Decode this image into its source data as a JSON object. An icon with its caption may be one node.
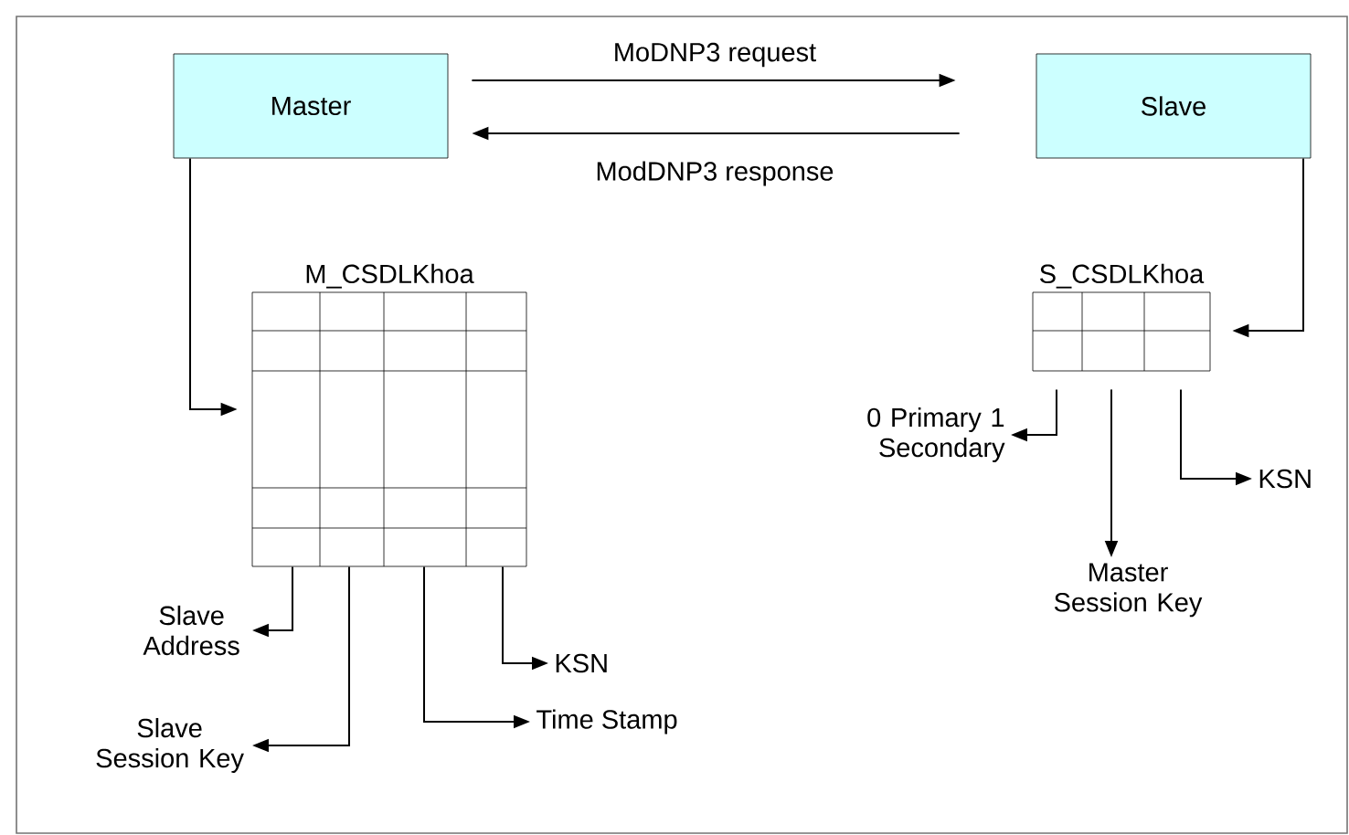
{
  "diagram": {
    "nodes": [
      {
        "text": [
          "Master"
        ]
      },
      {
        "text": [
          "Slave"
        ]
      },
      {
        "text": [
          "M_CSDLKhoa"
        ]
      },
      {
        "text": [
          "S_CSDLKhoa"
        ]
      },
      {
        "text": [
          "Slave Address"
        ]
      },
      {
        "text": [
          "Slave Session Key"
        ]
      },
      {
        "text": [
          "KSN"
        ]
      },
      {
        "text": [
          "Time Stamp"
        ]
      },
      {
        "text": [
          "0 Primary 1 Secondary"
        ]
      },
      {
        "text": [
          "Master Session Key"
        ]
      },
      {
        "text": [
          "KSN"
        ]
      }
    ],
    "edges": [
      {
        "from": 0,
        "to": 1,
        "arrow": "to",
        "label": "MoDNP3 request"
      },
      {
        "from": 1,
        "to": 0,
        "arrow": "to",
        "label": "ModDNP3 response"
      },
      {
        "from": 0,
        "to": 2,
        "arrow": "to"
      },
      {
        "from": 1,
        "to": 3,
        "arrow": "to"
      },
      {
        "from": 2,
        "to": 4,
        "arrow": "to"
      },
      {
        "from": 2,
        "to": 5,
        "arrow": "to"
      },
      {
        "from": 2,
        "to": 7,
        "arrow": "to"
      },
      {
        "from": 2,
        "to": 6,
        "arrow": "to"
      },
      {
        "from": 3,
        "to": 8,
        "arrow": "to"
      },
      {
        "from": 3,
        "to": 9,
        "arrow": "to"
      },
      {
        "from": 3,
        "to": 10,
        "arrow": "to"
      }
    ]
  }
}
